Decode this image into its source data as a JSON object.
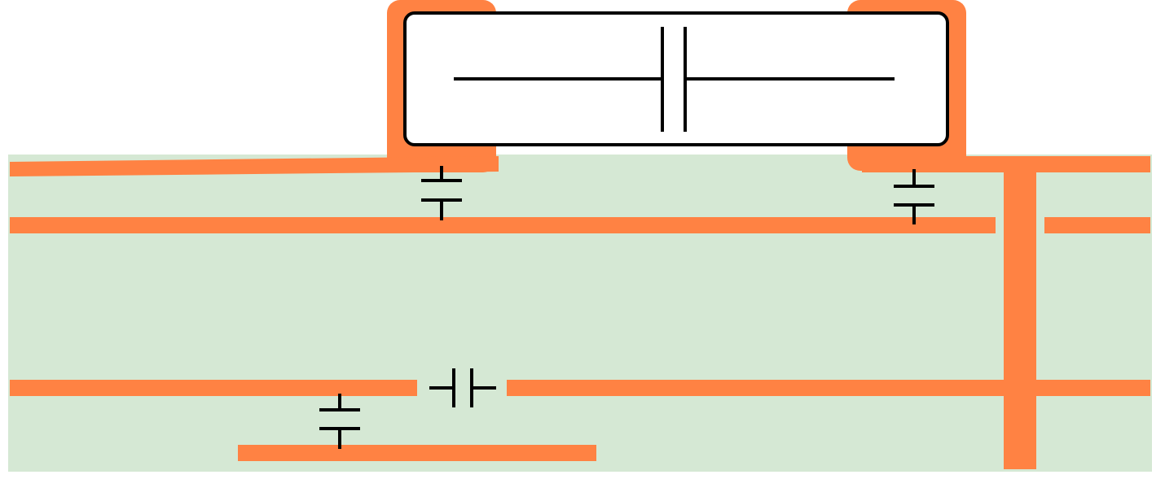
{
  "diagram": {
    "kind": "interconnect-capacitance-schematic",
    "colors": {
      "substrate": "#d5e8d4",
      "wire": "#ff8243",
      "symbol": "#000000",
      "box_fill": "#ffffff",
      "box_stroke": "#000000",
      "background": "#ffffff"
    },
    "elements": {
      "substrate_region": "substrate",
      "top_metal_pads": [
        "left-pad",
        "right-pad"
      ],
      "wires": [
        "wire-top-left",
        "wire-top-right",
        "wire-upper-left",
        "wire-upper-right",
        "wire-lower-left",
        "wire-lower-right",
        "wire-bottom",
        "via-vertical"
      ],
      "capacitors": [
        "capacitor-main",
        "capacitor-left-coupling",
        "capacitor-right-coupling",
        "capacitor-lateral",
        "capacitor-bottom-coupling"
      ]
    }
  }
}
